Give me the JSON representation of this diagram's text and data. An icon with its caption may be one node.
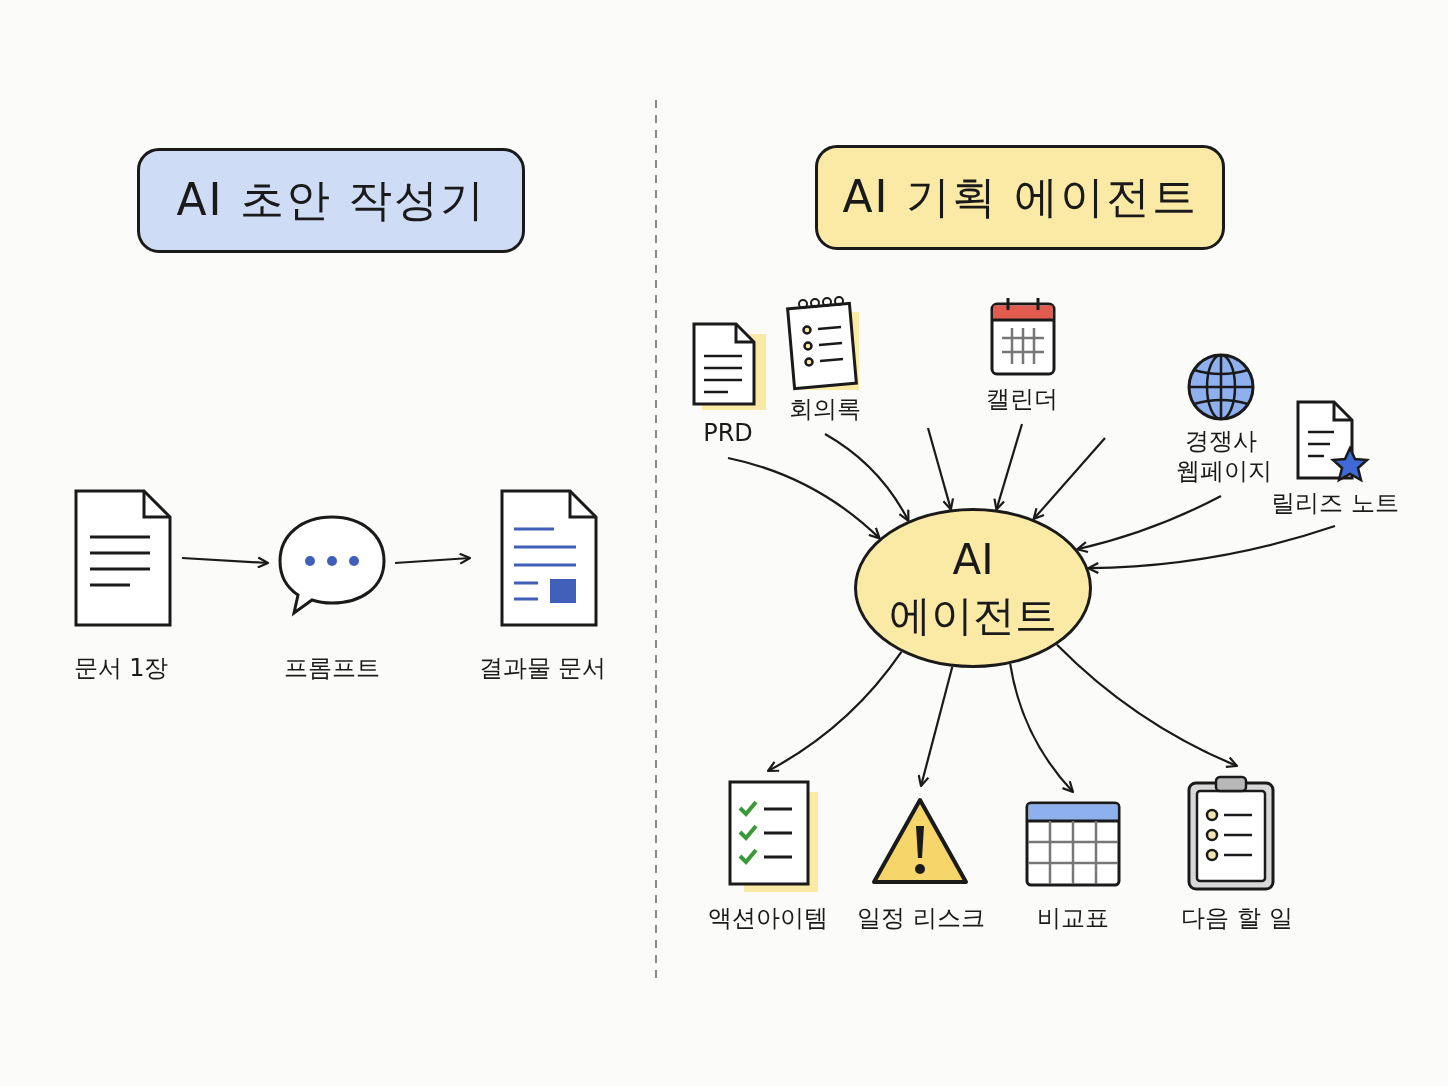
{
  "diagram": {
    "nodes": [
      {
        "text": [
          "AI 초안 작성기"
        ]
      },
      {
        "text": [
          "문서 1장"
        ]
      },
      {
        "text": [
          "프롬프트"
        ]
      },
      {
        "text": [
          "결과물 문서"
        ]
      },
      {
        "text": [
          "AI 기획 에이전트"
        ]
      },
      {
        "text": [
          "PRD"
        ]
      },
      {
        "text": [
          "회의록"
        ]
      },
      {
        "text": [
          "캘린더"
        ]
      },
      {
        "text": [
          "경쟁사 웹페이지"
        ]
      },
      {
        "text": [
          "릴리즈 노트"
        ]
      },
      {
        "text": [
          "AI 에이전트"
        ]
      },
      {
        "text": [
          "액션아이템"
        ]
      },
      {
        "text": [
          "일정 리스크"
        ]
      },
      {
        "text": [
          "비교표"
        ]
      },
      {
        "text": [
          "다음 할 일"
        ]
      }
    ],
    "edges": [
      {
        "from": 1,
        "to": 2,
        "arrow": "to"
      },
      {
        "from": 2,
        "to": 3,
        "arrow": "to"
      },
      {
        "from": 5,
        "to": 10,
        "arrow": "to"
      },
      {
        "from": 6,
        "to": 10,
        "arrow": "to"
      },
      {
        "from": null,
        "to": 10,
        "arrow": "to"
      },
      {
        "from": 7,
        "to": 10,
        "arrow": "to"
      },
      {
        "from": null,
        "to": 10,
        "arrow": "to"
      },
      {
        "from": 8,
        "to": 10,
        "arrow": "to"
      },
      {
        "from": 9,
        "to": 10,
        "arrow": "to"
      },
      {
        "from": 10,
        "to": 11,
        "arrow": "to"
      },
      {
        "from": 10,
        "to": 12,
        "arrow": "to"
      },
      {
        "from": 10,
        "to": 13,
        "arrow": "to"
      },
      {
        "from": 10,
        "to": 14,
        "arrow": "to"
      }
    ]
  }
}
